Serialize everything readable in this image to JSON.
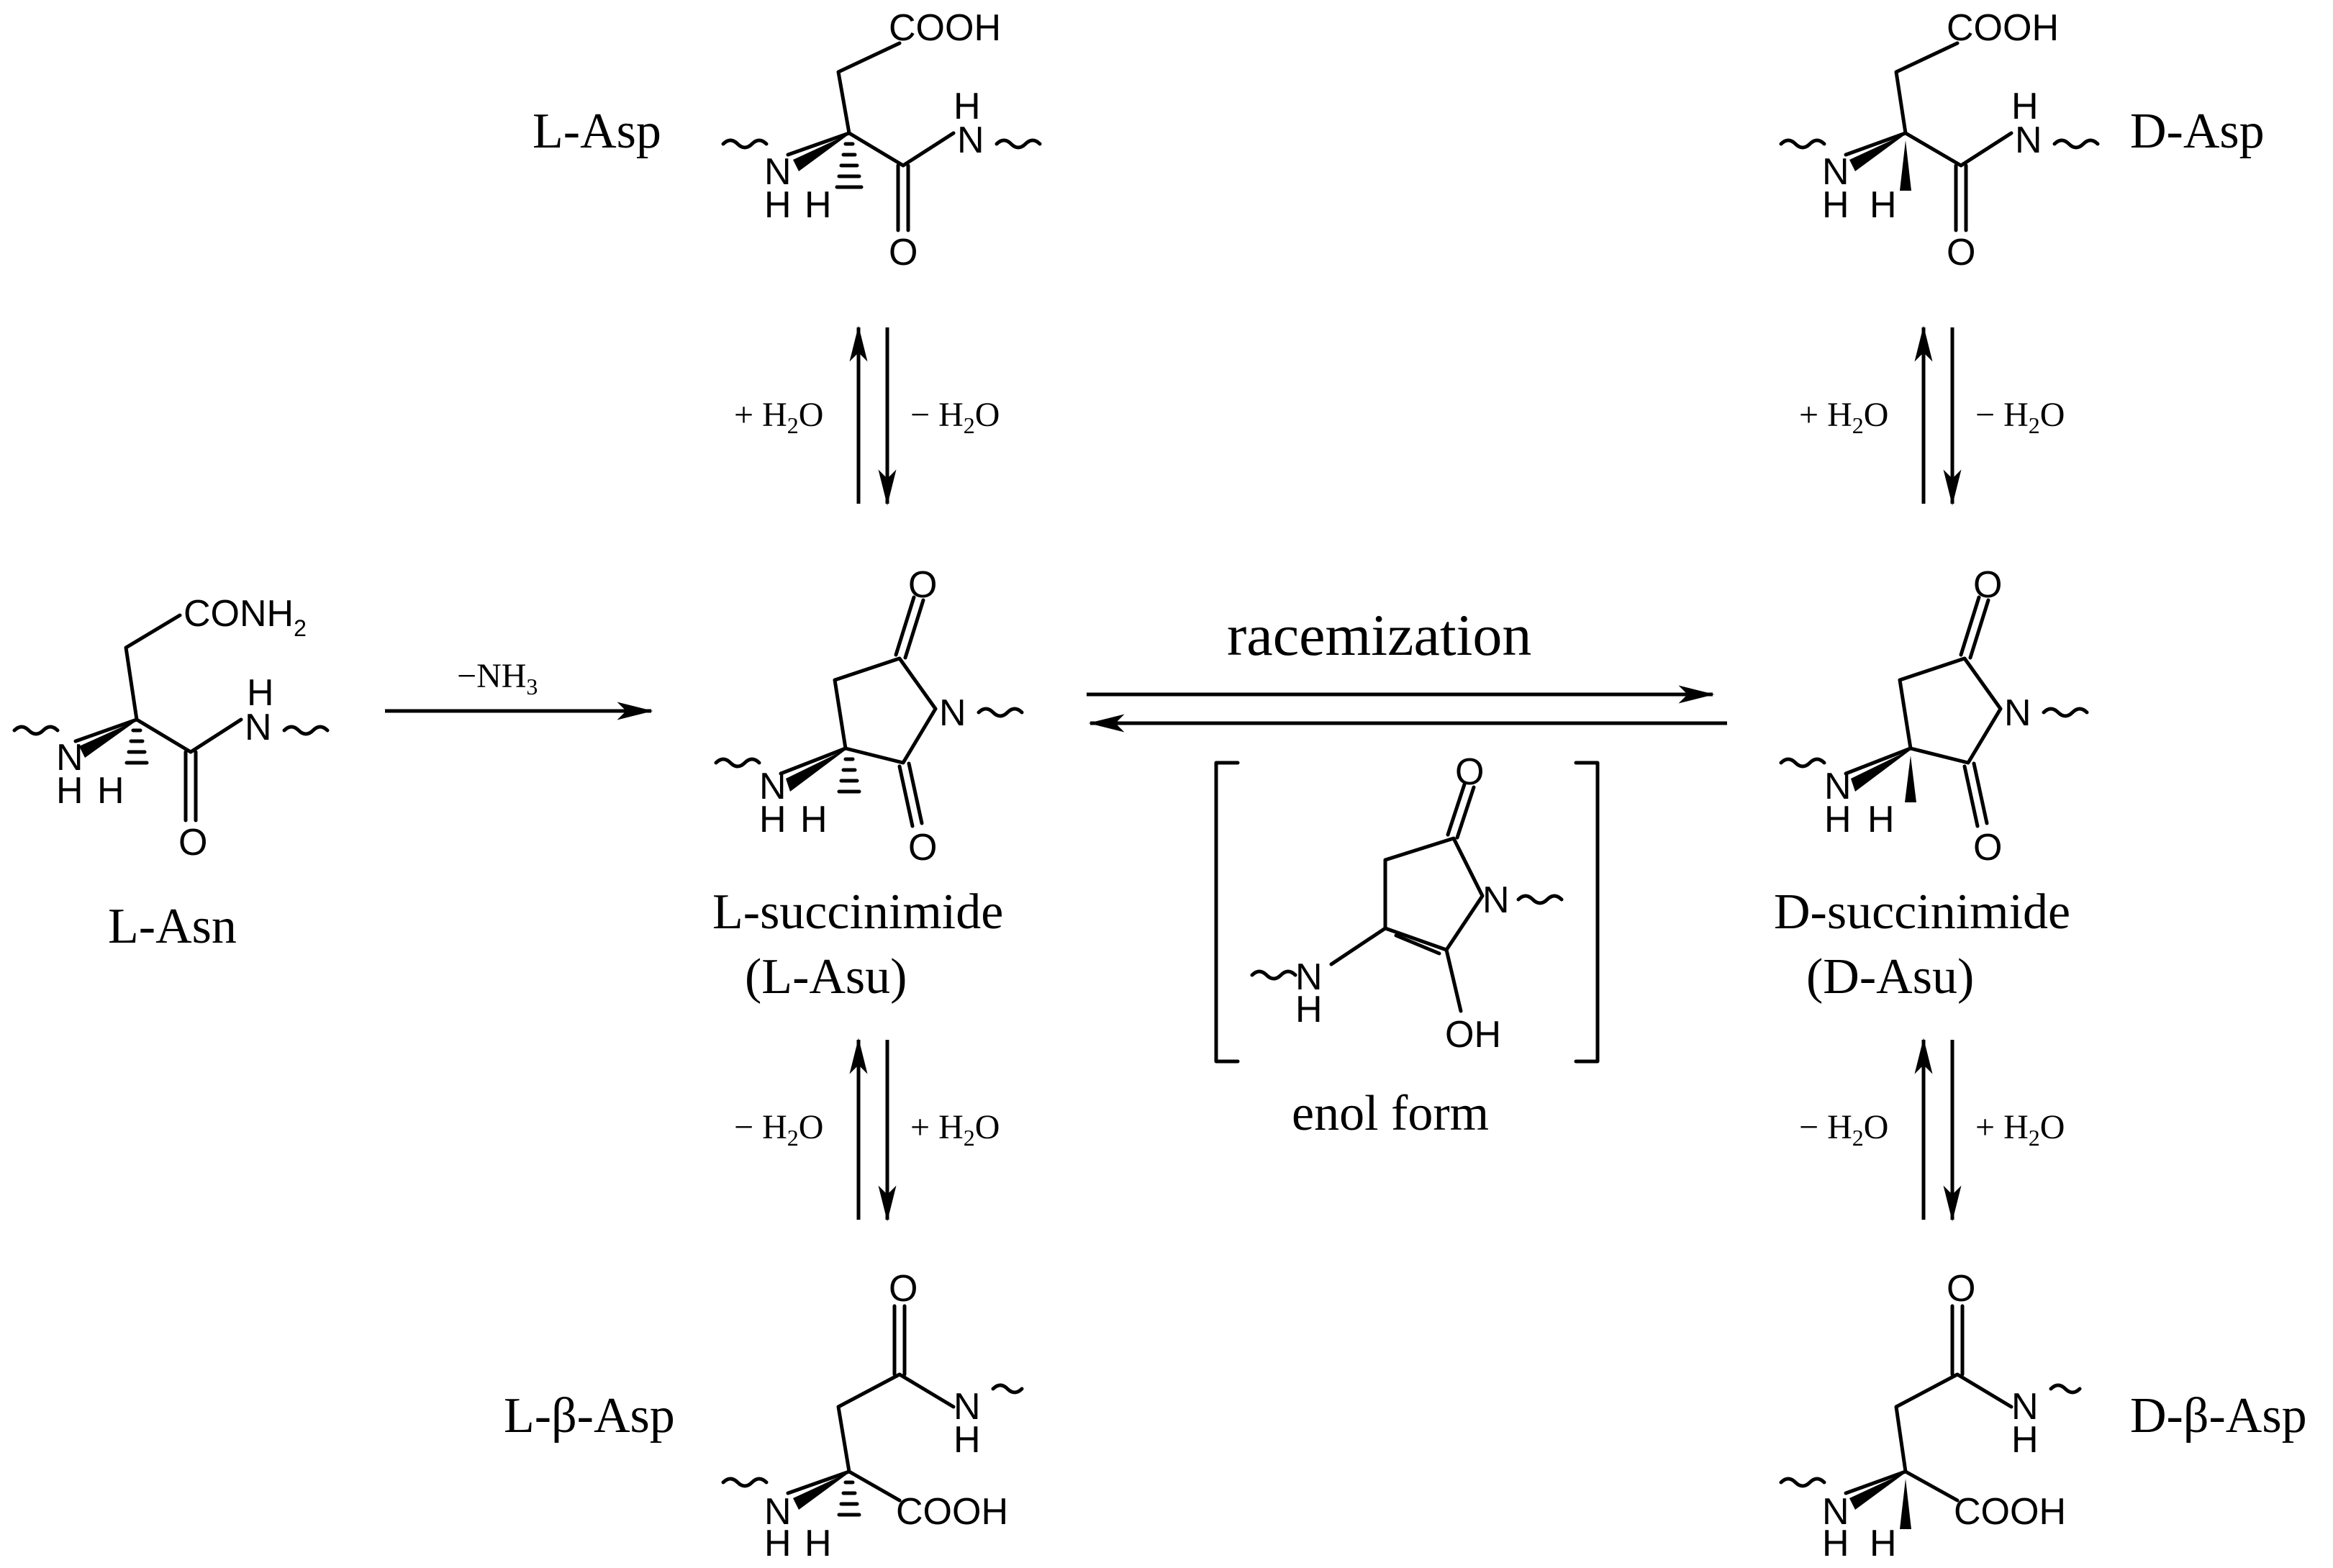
{
  "molecules": {
    "l_asp": {
      "label": "L-Asp",
      "cooh": "COOH",
      "amine": "N",
      "amine_h": "H",
      "alpha_h": "H",
      "amide_n": "N",
      "amide_h": "H",
      "carbonyl_o": "O"
    },
    "d_asp": {
      "label": "D-Asp",
      "cooh": "COOH",
      "amine": "N",
      "amine_h": "H",
      "alpha_h": "H",
      "amide_n": "N",
      "amide_h": "H",
      "carbonyl_o": "O"
    },
    "l_asn": {
      "label": "L-Asn",
      "side": "CONH",
      "side_sub": "2",
      "amine": "N",
      "amine_h": "H",
      "alpha_h": "H",
      "amide_n": "N",
      "amide_h": "H",
      "carbonyl_o": "O"
    },
    "l_asu": {
      "label_line1": "L-succinimide",
      "label_line2": "(L-Asu)",
      "o_top": "O",
      "o_bottom": "O",
      "ring_n": "N",
      "amine": "N",
      "amine_h": "H",
      "alpha_h": "H"
    },
    "d_asu": {
      "label_line1": "D-succinimide",
      "label_line2": "(D-Asu)",
      "o_top": "O",
      "o_bottom": "O",
      "ring_n": "N",
      "amine": "N",
      "amine_h": "H",
      "alpha_h": "H"
    },
    "enol": {
      "label": "enol form",
      "o_top": "O",
      "ring_n": "N",
      "amine": "N",
      "amine_h": "H",
      "oh": "OH"
    },
    "l_beta_asp": {
      "label": "L-β-Asp",
      "carbonyl_o": "O",
      "amide_n": "N",
      "amide_h": "H",
      "amine": "N",
      "amine_h": "H",
      "alpha_h": "H",
      "cooh": "COOH"
    },
    "d_beta_asp": {
      "label": "D-β-Asp",
      "carbonyl_o": "O",
      "amide_n": "N",
      "amide_h": "H",
      "amine": "N",
      "amine_h": "H",
      "alpha_h": "H",
      "cooh": "COOH"
    }
  },
  "arrows": {
    "deamidation": {
      "prefix": "−NH",
      "sub": "3"
    },
    "racemization": "racemization",
    "l_top_up": {
      "sign": "+",
      "h": "H",
      "sub": "2",
      "o": "O"
    },
    "l_top_down": {
      "sign": "−",
      "h": "H",
      "sub": "2",
      "o": "O"
    },
    "d_top_up": {
      "sign": "+",
      "h": "H",
      "sub": "2",
      "o": "O"
    },
    "d_top_down": {
      "sign": "−",
      "h": "H",
      "sub": "2",
      "o": "O"
    },
    "l_bottom_up": {
      "sign": "−",
      "h": "H",
      "sub": "2",
      "o": "O"
    },
    "l_bottom_down": {
      "sign": "+",
      "h": "H",
      "sub": "2",
      "o": "O"
    },
    "d_bottom_up": {
      "sign": "−",
      "h": "H",
      "sub": "2",
      "o": "O"
    },
    "d_bottom_down": {
      "sign": "+",
      "h": "H",
      "sub": "2",
      "o": "O"
    }
  }
}
